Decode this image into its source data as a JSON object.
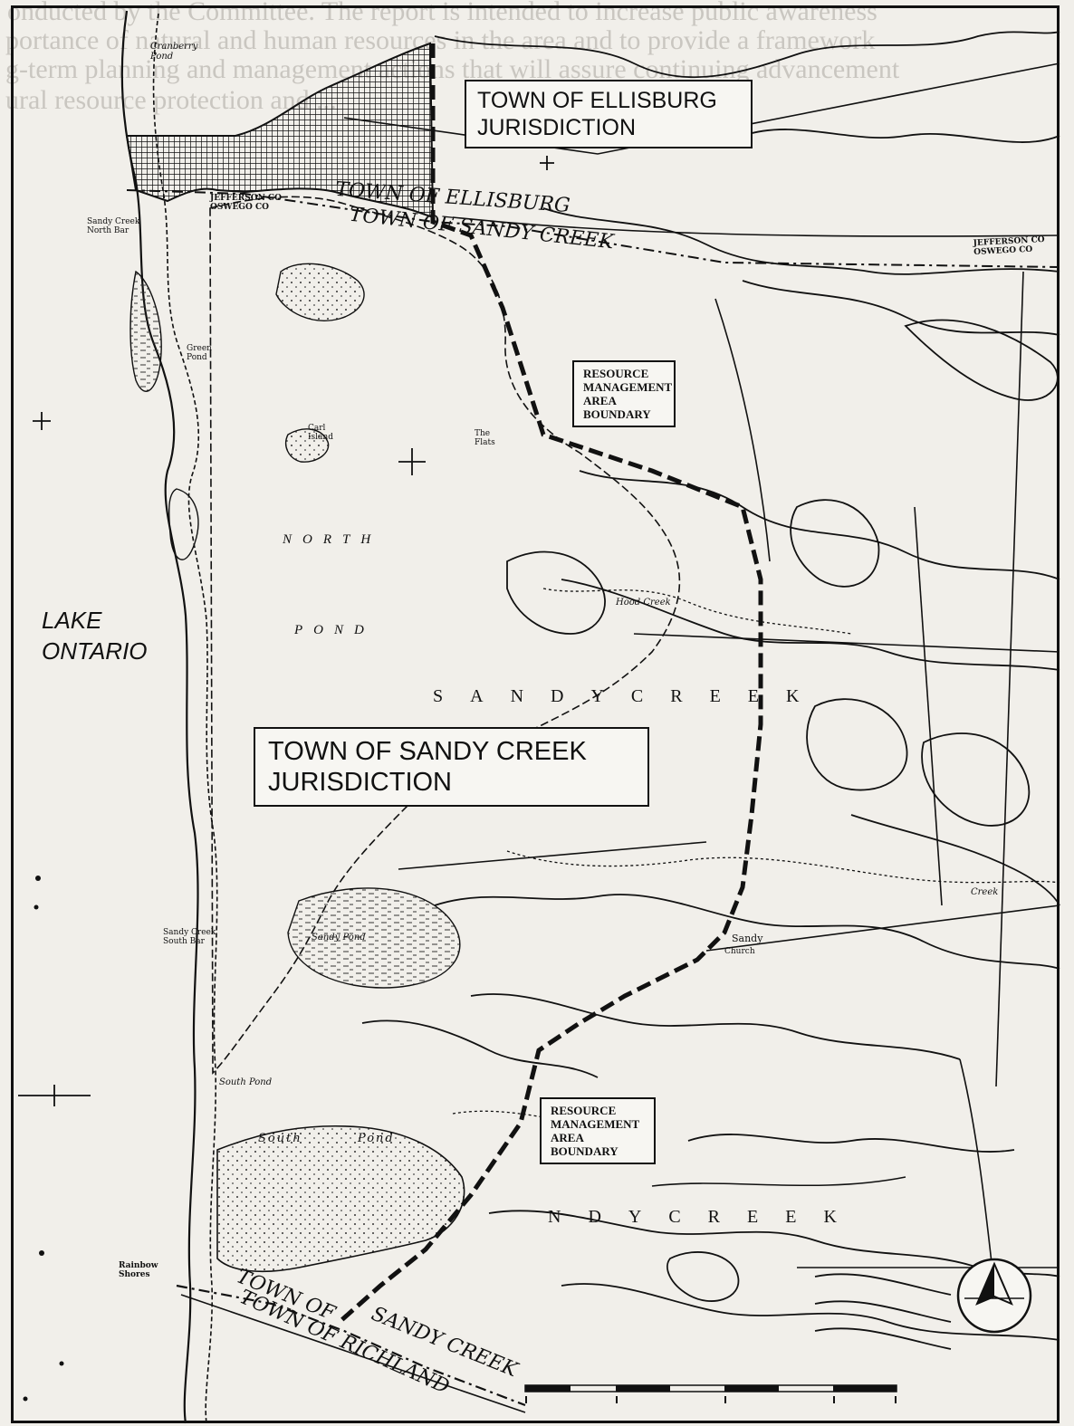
{
  "background_text": [
    "onducted by the Committee.  The report is intended to increase public awareness",
    "portance of natural and human resources in the area and to provide a framework",
    "g-term planning and management actions that will assure continuing advancement",
    "ural resource protection and ..."
  ],
  "labels": {
    "ellisburg_box": [
      "TOWN OF ELLISBURG",
      "JURISDICTION"
    ],
    "sandy_creek_box": [
      "TOWN OF SANDY CREEK",
      "JURISDICTION"
    ],
    "rma_box_top": [
      "RESOURCE",
      "MANAGEMENT",
      "AREA",
      "BOUNDARY"
    ],
    "rma_box_bottom": [
      "RESOURCE",
      "MANAGEMENT",
      "AREA",
      "BOUNDARY"
    ],
    "lake": [
      "LAKE",
      "ONTARIO"
    ],
    "north_letters": "NORTH",
    "pond_letters": "POND",
    "sandy_creek_letters_mid": "SANDYCREEK",
    "sandy_creek_letters_low": "NDYCREEK",
    "town_of_ellisburg_line": "TOWN OF   ELLISBURG",
    "town_of_sandy_creek_top": "TOWN OF   SANDY CREEK",
    "town_of_sandy_creek_bottom": "TOWN OF",
    "sandy_creek_bottom": "SANDY CREEK",
    "town_of_richland": "TOWN OF RICHLAND",
    "jefferson_oswego_left": [
      "JEFFERSON CO",
      "OSWEGO   CO"
    ],
    "jefferson_oswego_right": [
      "JEFFERSON   CO",
      "OSWEGO   CO"
    ],
    "south_pond_small": "South Pond",
    "south_pond_big": [
      "South",
      "Pond"
    ],
    "rainbow_shores": [
      "Rainbow",
      "Shores"
    ],
    "carl_island": [
      "Carl",
      "Island"
    ],
    "cranberry_pond": [
      "Cranberry",
      "Pond"
    ],
    "green_pond": [
      "Green",
      "Pond"
    ],
    "sandy_pond": "Sandy Pond",
    "sandy_creek_north_bar": [
      "Sandy Creek",
      "North Bar"
    ],
    "sandy_creek_south_bar": [
      "Sandy Creek",
      "South Bar"
    ],
    "the_flats": [
      "The",
      "Flats"
    ],
    "sandy_village": "Sandy",
    "church": "Church",
    "creek": "Creek",
    "hood_creek": "Hood Creek"
  },
  "colors": {
    "ink": "#111111",
    "paper": "#f1efea",
    "faded_text": "#c9c6c0"
  },
  "icons": [
    "north-arrow-icon",
    "scale-bar-icon"
  ]
}
